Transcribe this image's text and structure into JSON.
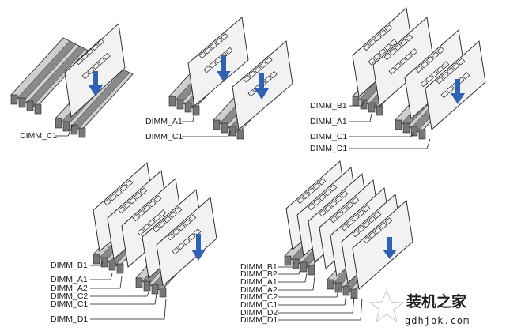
{
  "panels": [
    {
      "id": "one-dimm",
      "labels": [
        "DIMM_C1"
      ]
    },
    {
      "id": "two-dimm",
      "labels": [
        "DIMM_A1",
        "DIMM_C1"
      ]
    },
    {
      "id": "four-dimm",
      "labels": [
        "DIMM_B1",
        "DIMM_A1",
        "DIMM_C1",
        "DIMM_D1"
      ]
    },
    {
      "id": "six-dimm",
      "labels": [
        "DIMM_B1",
        "DIMM_A1",
        "DIMM_A2",
        "DIMM_C2",
        "DIMM_C1",
        "DIMM_D1"
      ]
    },
    {
      "id": "eight-dimm",
      "labels": [
        "DIMM_B1",
        "DIMM_B2",
        "DIMM_A1",
        "DIMM_A2",
        "DIMM_C2",
        "DIMM_C1",
        "DIMM_D2",
        "DIMM_D1"
      ]
    }
  ],
  "watermark": {
    "title": "装机之家",
    "url": "gdhjbk.com"
  },
  "colors": {
    "slot_gray": "#b9b9b9",
    "slot_dark": "#5f5f5f",
    "module_fill": "#f2f2f2",
    "arrow_blue": "#2f62b3",
    "outline": "#222222"
  }
}
